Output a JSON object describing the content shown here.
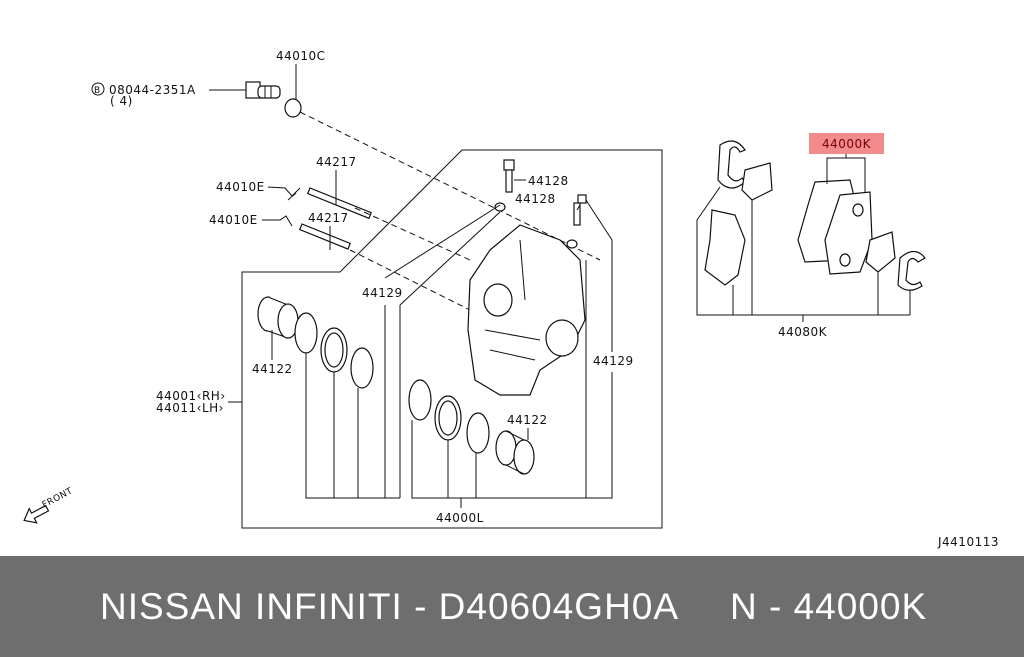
{
  "diagram": {
    "labels": {
      "washer": "44010C",
      "bolt": "08044-2351A",
      "bolt_badge": "B",
      "bolt_qty": "( 4)",
      "pin_upper": "44217",
      "pin_lower": "44217",
      "clip_upper": "44010E",
      "clip_lower": "44010E",
      "bleeder_upper": "44128",
      "bleeder_lower": "44128",
      "cap_left": "44129",
      "cap_right": "44129",
      "piston_left": "44122",
      "piston_right": "44122",
      "caliper_rh": "44001‹RH›",
      "caliper_lh": "44011‹LH›",
      "seal_kit": "44000L",
      "pad_kit": "44000K",
      "hardware_kit": "44080K",
      "front": "FRONT",
      "drawing_id": "J4410113"
    },
    "highlight_color": "#f28b8b"
  },
  "footer": {
    "title": "NISSAN  INFINITI - D40604GH0A",
    "part": "N - 44000K"
  }
}
